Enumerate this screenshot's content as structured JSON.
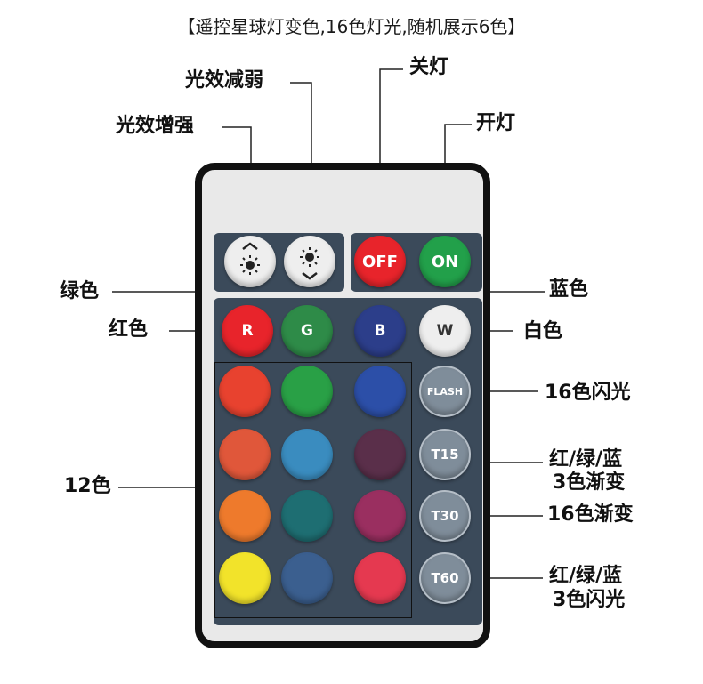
{
  "title": "【遥控星球灯变色,16色灯光,随机展示6色】",
  "labels": {
    "brightness_down": "光效减弱",
    "brightness_up": "光效增强",
    "off": "关灯",
    "on": "开灯",
    "green": "绿色",
    "red": "红色",
    "blue": "蓝色",
    "white": "白色",
    "flash": "16色闪光",
    "t15_line1": "红/绿/蓝",
    "t15_line2": "3色渐变",
    "t30": "16色渐变",
    "t60_line1": "红/绿/蓝",
    "t60_line2": "3色闪光",
    "twelve": "12色"
  },
  "buttons": {
    "off": "OFF",
    "on": "ON",
    "r": "R",
    "g": "G",
    "b": "B",
    "w": "W",
    "flash": "FLASH",
    "t15": "T15",
    "t30": "T30",
    "t60": "T60"
  },
  "colors": {
    "off": "#e8242b",
    "on": "#22a04a",
    "r": "#e8242b",
    "g": "#2e8b48",
    "b": "#2c3e8a",
    "w": "#eeeeee",
    "grid": [
      "#e8422f",
      "#29a046",
      "#2c4fa8",
      "#e0573a",
      "#3a8cbf",
      "#5a2f4a",
      "#ee7a2c",
      "#1e6e72",
      "#9a2f60",
      "#f2e32a",
      "#3b5f8f",
      "#e53950"
    ]
  }
}
